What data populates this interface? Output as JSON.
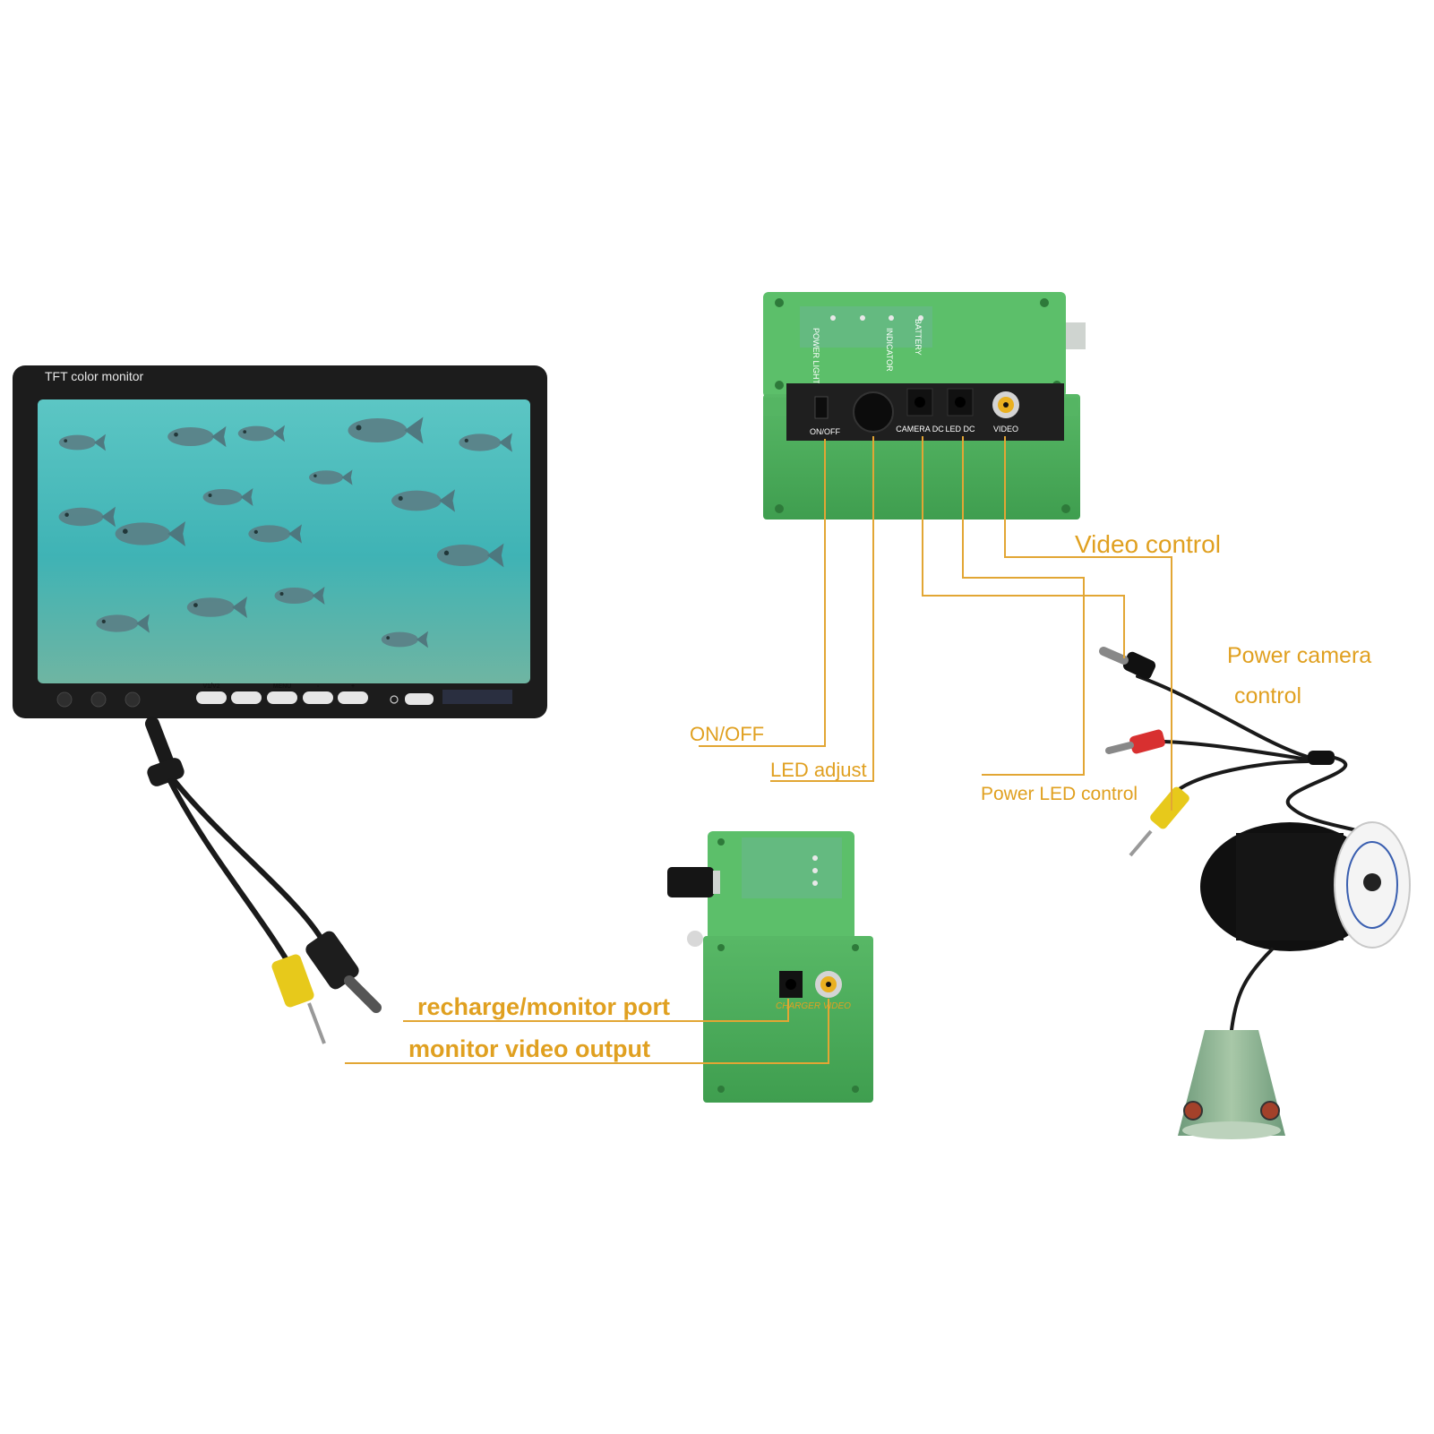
{
  "monitor": {
    "brand_text": "TFT color monitor",
    "buttons": [
      "V1/V2",
      "",
      "MENU",
      "-",
      "+"
    ]
  },
  "control_box_top": {
    "ports": [
      "ON/OFF",
      "CAMERA DC",
      "LED  DC",
      "VIDEO"
    ],
    "indicators": [
      "POWER LIGHT",
      "INDICATOR",
      "BATTERY"
    ]
  },
  "control_box_bottom": {
    "port_label": "CHARGER  VIDEO"
  },
  "callouts": {
    "video_control": "Video control",
    "power_camera_control_1": "Power camera",
    "power_camera_control_2": "control",
    "on_off": "ON/OFF",
    "led_adjust": "LED adjust",
    "power_led_control": "Power LED control",
    "recharge_monitor_port": "recharge/monitor port",
    "monitor_video_output": "monitor video output"
  },
  "colors": {
    "callout": "#e0a020",
    "box_green": "#4cae5c",
    "water": "#3fb3b5"
  }
}
